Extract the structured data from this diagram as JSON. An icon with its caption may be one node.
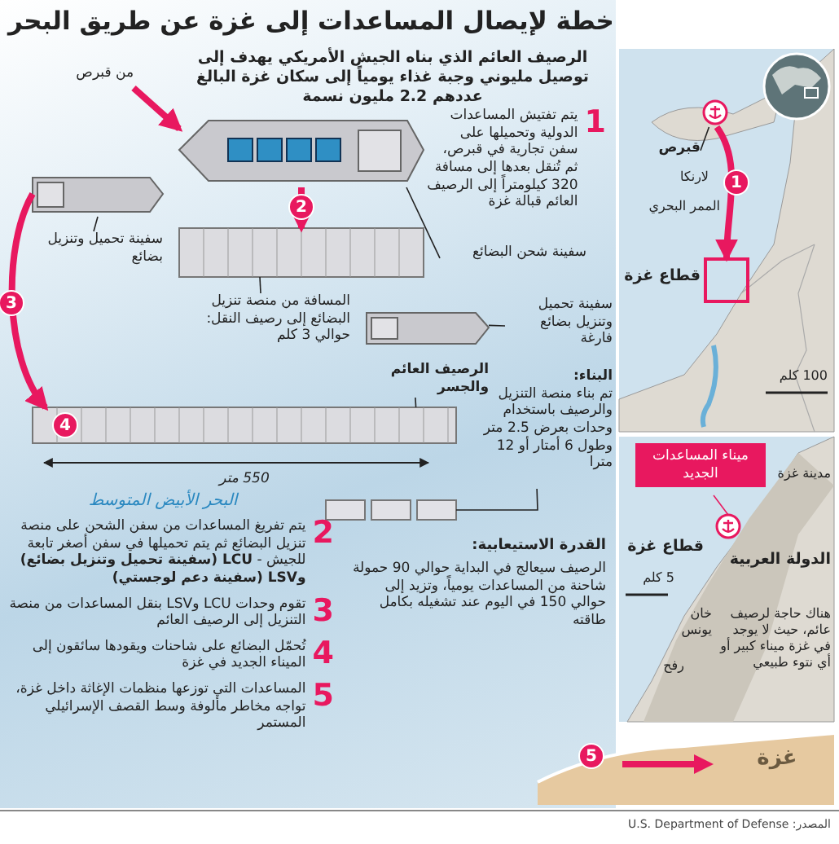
{
  "diagram": {
    "title": "خطة لإيصال المساعدات إلى غزة عن طريق البحر",
    "nodes": [
      {
        "text": [
          "من قبرص"
        ]
      },
      {
        "text": [],
        "shape": "picture"
      },
      {
        "text": [
          "سفينة تحميل وتنزيل بضائع"
        ]
      },
      {
        "text": [],
        "shape": "picture"
      },
      {
        "text": [
          "المسافة من منصة تنزيل البضائع إلى رصيف النقل: حوالي 3 كلم"
        ]
      },
      {
        "text": [],
        "shape": "picture"
      },
      {
        "text": [
          "سفينة شحن البضائع"
        ]
      },
      {
        "text": [
          "سفينة تحميل وتنزيل بضائع فارغة"
        ]
      },
      {
        "text": [],
        "shape": "picture"
      },
      {
        "text": [
          "الرصيف العائم والجسر"
        ]
      },
      {
        "text": [],
        "shape": "picture"
      },
      {
        "text": [
          "قبرص"
        ]
      },
      {
        "text": [],
        "shape": "picture"
      },
      {
        "text": [
          "ميناء المساعدات الجديد"
        ]
      },
      {
        "text": [],
        "shape": "picture"
      },
      {
        "text": [
          "البناء:",
          "تم بناء منصة التنزيل والرصيف باستخدام وحدات بعرض 2.5 متر وطول 6 أمتار أو 12 مترا"
        ]
      },
      {
        "text": [],
        "shape": "picture"
      },
      {
        "text": [],
        "shape": "box",
        "beside": [
          "قطاع غزة"
        ]
      }
    ],
    "edges": [
      {
        "from": 0,
        "to": 1,
        "arrow": "to",
        "style": "thick",
        "color": "#e8185f"
      },
      {
        "from": 12,
        "to": 17,
        "arrow": "to",
        "label": "1",
        "style": "thick",
        "color": "#e8185f"
      },
      {
        "from": 1,
        "to": 5,
        "arrow": "to",
        "label": "2",
        "style": "thick",
        "color": "#e8185f"
      },
      {
        "from": 3,
        "to": 10,
        "arrow": "to",
        "label": "3",
        "style": "thick",
        "color": "#e8185f"
      },
      {
        "from": 2,
        "to": 3,
        "arrow": "none"
      },
      {
        "from": 4,
        "to": 5,
        "arrow": "none"
      },
      {
        "from": 6,
        "to": 1,
        "arrow": "none"
      },
      {
        "from": 7,
        "to": 8,
        "arrow": "none"
      },
      {
        "from": 9,
        "to": 10,
        "arrow": "none"
      },
      {
        "from": 11,
        "to": 12,
        "arrow": "none"
      },
      {
        "from": 13,
        "to": 14,
        "arrow": "none",
        "color": "#e8185f"
      },
      {
        "from": 15,
        "to": 16,
        "arrow": "none"
      }
    ],
    "labels": [
      "الرصيف العائم الذي بناه الجيش الأمريكي يهدف إلى توصيل مليوني وجبة غذاء يومياً إلى سكان غزة البالغ عددهم 2.2 مليون نسمة",
      "1",
      "يتم تفتيش المساعدات الدولية وتحميلها على سفن تجارية في قبرص، ثم تُنقل بعدها إلى مسافة 320 كيلومتراً إلى الرصيف العائم قبالة غزة",
      "لارنكا",
      "الممر البحري",
      "100 كلم",
      "مدينة غزة",
      "قطاع غزة",
      "الدولة العربية",
      "5 كلم",
      "خان يونس",
      "رفح",
      "هناك حاجة لرصيف عائم، حيث لا يوجد في غزة ميناء كبير أو أي نتوء طبيعي",
      "4",
      "550 متر",
      "البحر الأبيض المتوسط",
      "2",
      "يتم تفريغ المساعدات من سفن الشحن على منصة تنزيل البضائع ثم يتم تحميلها في سفن أصغر تابعة للجيش - **LCU (سفينة تحميل وتنزيل بضائع) وLSV (سفينة دعم لوجستي)**",
      "3",
      "تقوم وحدات LCU وLSV بنقل المساعدات من منصة التنزيل إلى الرصيف العائم",
      "4",
      "تُحمّل البضائع على شاحنات ويقودها سائقون إلى الميناء الجديد في غزة",
      "5",
      "المساعدات التي توزعها منظمات الإغاثة داخل غزة، تواجه مخاطر مألوفة وسط القصف الإسرائيلي المستمر",
      "القدرة الاستيعابية:",
      "الرصيف سيعالج في البداية حوالي 90 حمولة شاحنة من المساعدات يومياً، وتزيد إلى حوالي 150 في اليوم عند تشغيله بكامل طاقته",
      "5",
      "غزة",
      "المصدر: U.S. Department of Defense"
    ]
  }
}
